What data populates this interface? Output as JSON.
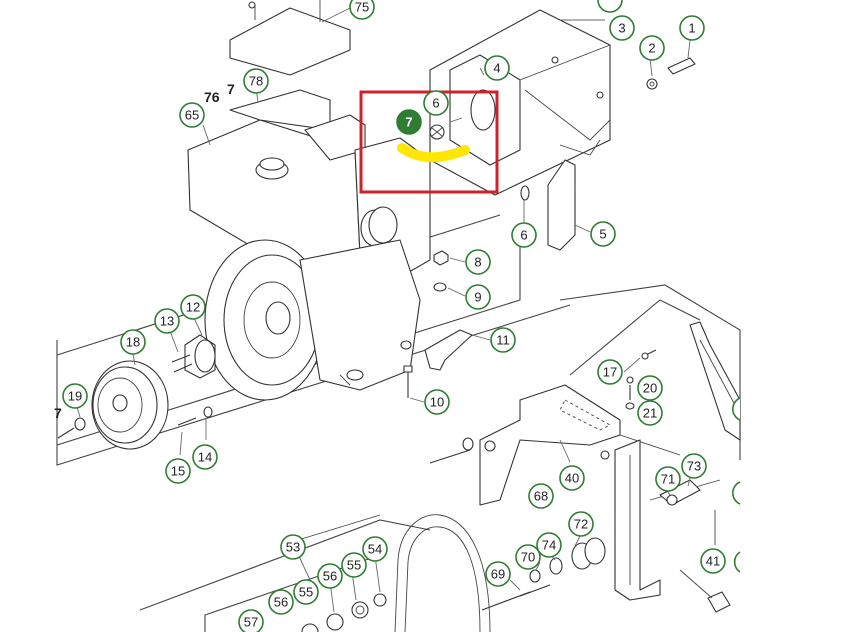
{
  "diagram": {
    "selected_part": "7",
    "highlight_color": "#d0202c",
    "selected_color": "#2e7d32",
    "hose_color": "#ffe600",
    "callouts": [
      {
        "id": "75",
        "label": "75"
      },
      {
        "id": "3",
        "label": "3"
      },
      {
        "id": "1",
        "label": "1"
      },
      {
        "id": "2",
        "label": "2"
      },
      {
        "id": "78",
        "label": "78"
      },
      {
        "id": "4",
        "label": "4"
      },
      {
        "id": "65",
        "label": "65"
      },
      {
        "id": "6a",
        "label": "6"
      },
      {
        "id": "7",
        "label": "7"
      },
      {
        "id": "6b",
        "label": "6"
      },
      {
        "id": "5",
        "label": "5"
      },
      {
        "id": "8",
        "label": "8"
      },
      {
        "id": "9",
        "label": "9"
      },
      {
        "id": "12",
        "label": "12"
      },
      {
        "id": "13",
        "label": "13"
      },
      {
        "id": "18",
        "label": "18"
      },
      {
        "id": "11",
        "label": "11"
      },
      {
        "id": "17",
        "label": "17"
      },
      {
        "id": "20",
        "label": "20"
      },
      {
        "id": "19",
        "label": "19"
      },
      {
        "id": "21",
        "label": "21"
      },
      {
        "id": "10",
        "label": "10"
      },
      {
        "id": "14",
        "label": "14"
      },
      {
        "id": "15",
        "label": "15"
      },
      {
        "id": "73",
        "label": "73"
      },
      {
        "id": "71",
        "label": "71"
      },
      {
        "id": "40",
        "label": "40"
      },
      {
        "id": "68",
        "label": "68"
      },
      {
        "id": "72",
        "label": "72"
      },
      {
        "id": "53",
        "label": "53"
      },
      {
        "id": "54",
        "label": "54"
      },
      {
        "id": "74",
        "label": "74"
      },
      {
        "id": "55a",
        "label": "55"
      },
      {
        "id": "70",
        "label": "70"
      },
      {
        "id": "56a",
        "label": "56"
      },
      {
        "id": "41",
        "label": "41"
      },
      {
        "id": "69",
        "label": "69"
      },
      {
        "id": "55b",
        "label": "55"
      },
      {
        "id": "56b",
        "label": "56"
      },
      {
        "id": "57",
        "label": "57"
      }
    ],
    "plain_labels": [
      {
        "id": "76",
        "label": "76"
      },
      {
        "id": "7plain",
        "label": "7"
      },
      {
        "id": "7edge",
        "label": "7"
      }
    ]
  }
}
